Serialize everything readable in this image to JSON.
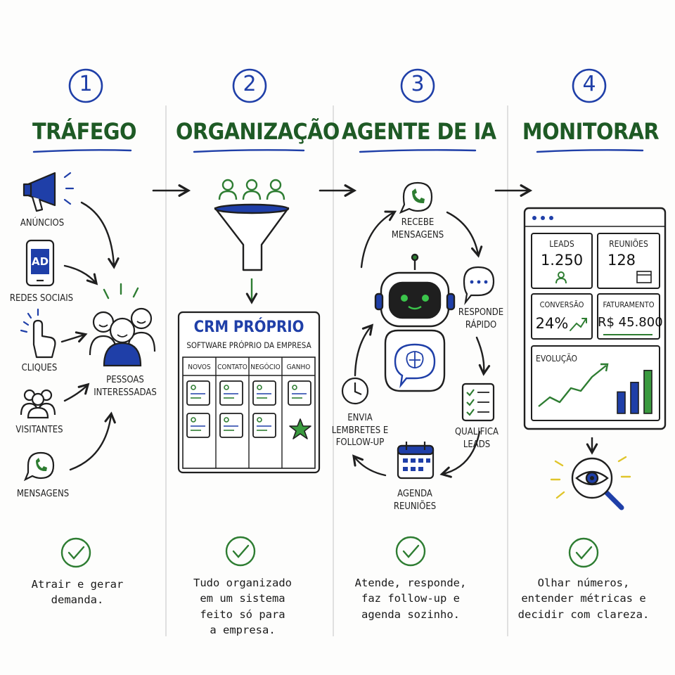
{
  "steps": [
    {
      "number": "1",
      "title": "TRÁFEGO",
      "caption": "Atrair e gerar\ndemanda."
    },
    {
      "number": "2",
      "title": "ORGANIZAÇÃO",
      "caption": "Tudo organizado\nem um sistema\nfeito só para\na empresa."
    },
    {
      "number": "3",
      "title": "AGENTE DE IA",
      "caption": "Atende, responde,\nfaz follow-up e\nagenda sozinho."
    },
    {
      "number": "4",
      "title": "MONITORAR",
      "caption": "Olhar números,\nentender métricas e\ndecidir com clareza."
    }
  ],
  "traffic": {
    "sources": [
      "ANÚNCIOS",
      "REDES SOCIAIS",
      "CLIQUES",
      "VISITANTES",
      "MENSAGENS"
    ],
    "ad_badge": "AD",
    "target": "PESSOAS\nINTERESSADAS"
  },
  "crm": {
    "title": "CRM PRÓPRIO",
    "subtitle": "SOFTWARE PRÓPRIO DA EMPRESA",
    "columns": [
      "NOVOS",
      "CONTATO",
      "NEGÓCIO",
      "GANHO"
    ]
  },
  "agent": {
    "cycle": [
      "RECEBE\nMENSAGENS",
      "RESPONDE\nRÁPIDO",
      "QUALIFICA\nLEADS",
      "AGENDA\nREUNIÕES",
      "ENVIA\nLEMBRETES E\nFOLLOW-UP"
    ]
  },
  "dashboard": {
    "stats": [
      {
        "label": "LEADS",
        "value": "1.250"
      },
      {
        "label": "REUNIÕES",
        "value": "128"
      },
      {
        "label": "CONVERSÃO",
        "value": "24%"
      },
      {
        "label": "FATURAMENTO",
        "value": "R$ 45.800"
      }
    ],
    "chart_label": "EVOLUÇÃO",
    "bars": [
      0.45,
      0.65,
      0.9
    ]
  },
  "colors": {
    "blue": "#1f3fa8",
    "green": "#2e7d32",
    "dark": "#1f1f1f"
  }
}
